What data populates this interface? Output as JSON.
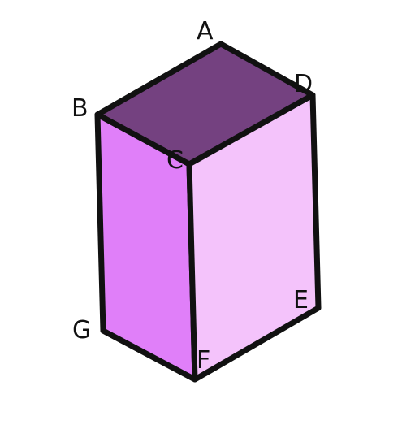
{
  "diagram": {
    "vertices": {
      "A": "A",
      "B": "B",
      "C": "C",
      "D": "D",
      "E": "E",
      "F": "F",
      "G": "G"
    },
    "faces": {
      "top": {
        "vertices": [
          "A",
          "D",
          "C",
          "B"
        ],
        "color": "#744180"
      },
      "left": {
        "vertices": [
          "B",
          "C",
          "F",
          "G"
        ],
        "color": "#e07ff9"
      },
      "right": {
        "vertices": [
          "C",
          "D",
          "E",
          "F"
        ],
        "color": "#f4c3fb"
      }
    },
    "edge_color": "#111111"
  }
}
